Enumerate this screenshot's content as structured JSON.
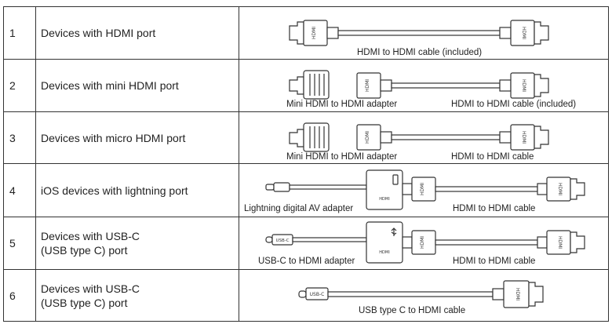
{
  "rows": [
    {
      "num": "1",
      "desc": [
        "Devices with HDMI port"
      ],
      "captions": [
        "HDMI to HDMI cable (included)"
      ]
    },
    {
      "num": "2",
      "desc": [
        "Devices with mini HDMI port"
      ],
      "captions": [
        "Mini HDMI to HDMI adapter",
        "HDMI to HDMI cable (included)"
      ]
    },
    {
      "num": "3",
      "desc": [
        "Devices with micro HDMI port"
      ],
      "captions": [
        "Mini HDMI to HDMI adapter",
        "HDMI to HDMI cable"
      ]
    },
    {
      "num": "4",
      "desc": [
        "iOS devices with lightning port"
      ],
      "captions": [
        "Lightning digital AV adapter",
        "HDMI to HDMI cable"
      ]
    },
    {
      "num": "5",
      "desc": [
        "Devices with USB-C",
        "(USB type C) port"
      ],
      "captions": [
        "USB-C to HDMI adapter",
        "HDMI to HDMI cable"
      ]
    },
    {
      "num": "6",
      "desc": [
        "Devices with USB-C",
        "(USB type C) port"
      ],
      "captions": [
        "USB type C to HDMI cable"
      ]
    }
  ],
  "connector_labels": {
    "hdmi": "HDMI",
    "usbc": "USB-C"
  },
  "icons": [
    "hdmi-plug-icon",
    "mini-hdmi-adapter-icon",
    "lightning-plug-icon",
    "av-adapter-box-icon",
    "usb-c-plug-icon",
    "usb-symbol-icon"
  ],
  "colors": {
    "line": "#333333",
    "text": "#222222",
    "background": "#ffffff"
  }
}
